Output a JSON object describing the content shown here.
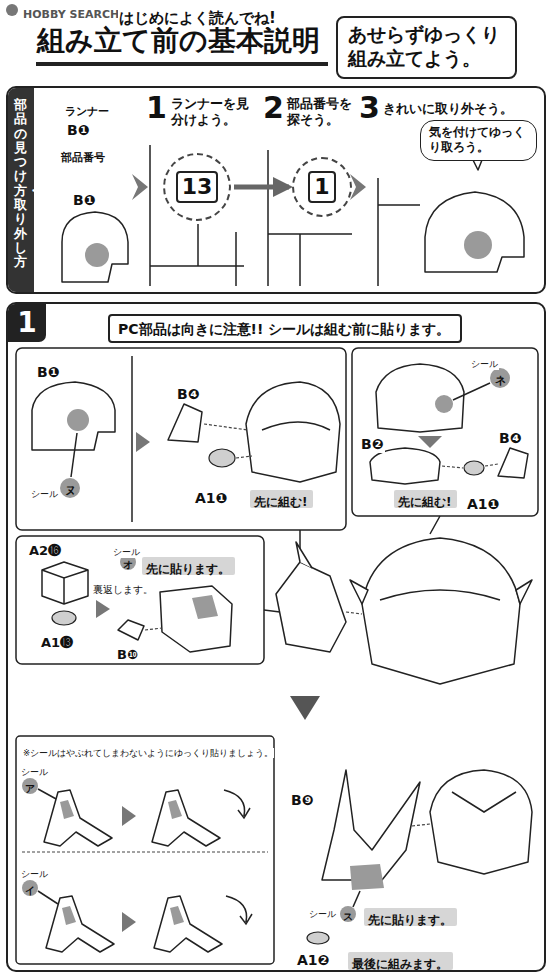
{
  "diagram": {
    "title": "組み立て前の基本説明",
    "nodes": [
      {
        "text": [
          "あせらずゆっくり組み立てよう。"
        ]
      },
      {
        "text": [
          "部品の見つけ方・取り外し方"
        ]
      },
      {
        "text": [
          "13"
        ],
        "in": 1
      },
      {
        "text": [
          "1"
        ],
        "in": 1
      },
      {
        "text": [
          "気を付けてゆっくり取ろう。"
        ],
        "in": 1
      },
      {
        "text": [
          "1"
        ]
      },
      {
        "text": [
          "PC部品は向きに注意!! シールは組む前に貼ります。"
        ],
        "in": 5
      },
      {
        "text": [
          "先に組む!"
        ],
        "in": 5
      },
      {
        "text": [
          "先に組む!"
        ],
        "in": 5
      },
      {
        "text": [
          "先に貼ります。"
        ],
        "in": 5
      },
      {
        "text": [
          "先に貼ります。"
        ],
        "in": 5
      },
      {
        "text": [
          "最後に組みます。"
        ],
        "in": 5
      }
    ],
    "edges": [
      {
        "from": 2,
        "to": 3,
        "arrow": "to"
      }
    ],
    "labels": [
      "HOBBY SEARCH",
      "はじめによく読んでね!",
      "ランナー",
      "B❶",
      "部品番号",
      "B❶",
      "1",
      "ランナーを見分けよう。",
      "2",
      "部品番号を探そう。",
      "3",
      "きれいに取り外そう。",
      "B❶",
      "シール",
      "ヌ",
      "B❹",
      "A1❶",
      "B❷",
      "シール",
      "ネ",
      "B❹",
      "A1❶",
      "A2⓰",
      "裏返します。",
      "A1⓭",
      "シール",
      "オ",
      "B❿",
      "※シールはやぶれてしまわないようにゆっくり貼りましょう。",
      "シール",
      "ア",
      "シール",
      "イ",
      "B❾",
      "シール",
      "ス",
      "A1❷"
    ]
  }
}
